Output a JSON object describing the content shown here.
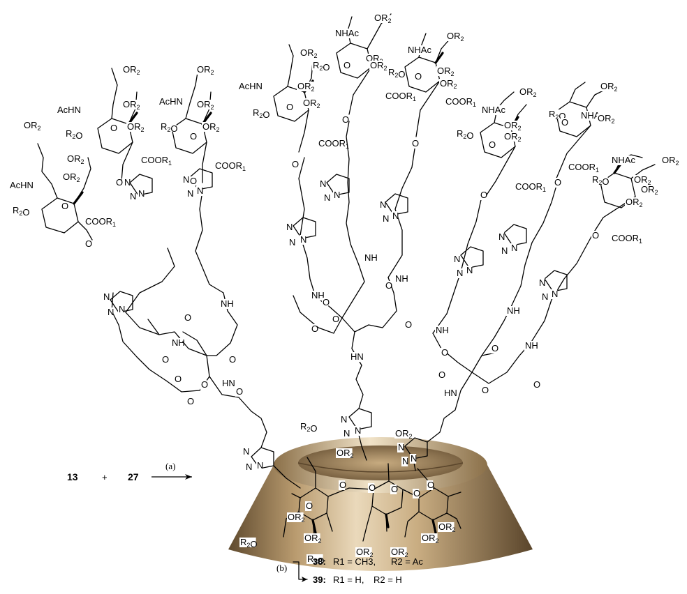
{
  "reaction": {
    "reactant_a": "13",
    "plus": "+",
    "reactant_b": "27",
    "step_a": "(a)",
    "step_b": "(b)"
  },
  "products": [
    {
      "id": "38:",
      "r1": "R1 = CH3,",
      "r2": "R2 = Ac"
    },
    {
      "id": "39:",
      "r1": "R1 = H,",
      "r2": "R2 = H"
    }
  ],
  "labels": {
    "or2": "OR2",
    "r2o": "R2O",
    "acnh": "AcHN",
    "nhac": "NHAc",
    "coor1": "COOR1",
    "o": "O",
    "n": "N",
    "nh": "NH",
    "hn": "HN"
  },
  "colors": {
    "cone_dark": "#6b5436",
    "cone_mid": "#b89a6e",
    "cone_light": "#e9d8b8",
    "inner": "#8a7050"
  }
}
